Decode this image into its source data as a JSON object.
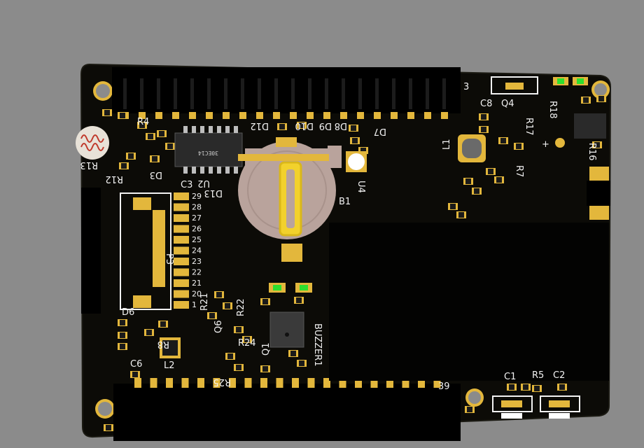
{
  "colors": {
    "background": "#8b8b8b",
    "board": "#0c0b07",
    "board_edge": "#1b1a13",
    "pad_gold": "#e3b73c",
    "silkscreen": "#f2f2f2",
    "led_green": "#2ee02e",
    "battery_holder": "#b9a39c",
    "ic_body": "#2a2a2a"
  },
  "labels": {
    "r13": "R13",
    "r12": "R12",
    "d3": "D3",
    "r4": "R4",
    "c3": "C3",
    "u2": "U2",
    "d13": "D13",
    "d12": "D12",
    "d10": "D10",
    "d9": "D9",
    "d8": "D8",
    "d7": "D7",
    "u4": "U4",
    "b1": "B1",
    "l1": "L1",
    "c8": "C8",
    "q4": "Q4",
    "r17": "R17",
    "r7": "R7",
    "r18": "R18",
    "r16": "R16",
    "pin3": "3",
    "pin39": "39",
    "buzzer1": "BUZZER1",
    "p3": "P3",
    "d6": "D6",
    "c6": "C6",
    "l2": "L2",
    "r8": "R8",
    "r24": "R24",
    "r25": "R25",
    "r21": "R21",
    "r22": "R22",
    "q6": "Q6",
    "q1": "Q1",
    "c1": "C1",
    "r5": "R5",
    "c2": "C2",
    "ic_marking": "30EC14",
    "row_numbers": [
      "29",
      "28",
      "27",
      "26",
      "25",
      "24",
      "23",
      "22",
      "21",
      "20",
      "1"
    ],
    "plus": "+"
  }
}
